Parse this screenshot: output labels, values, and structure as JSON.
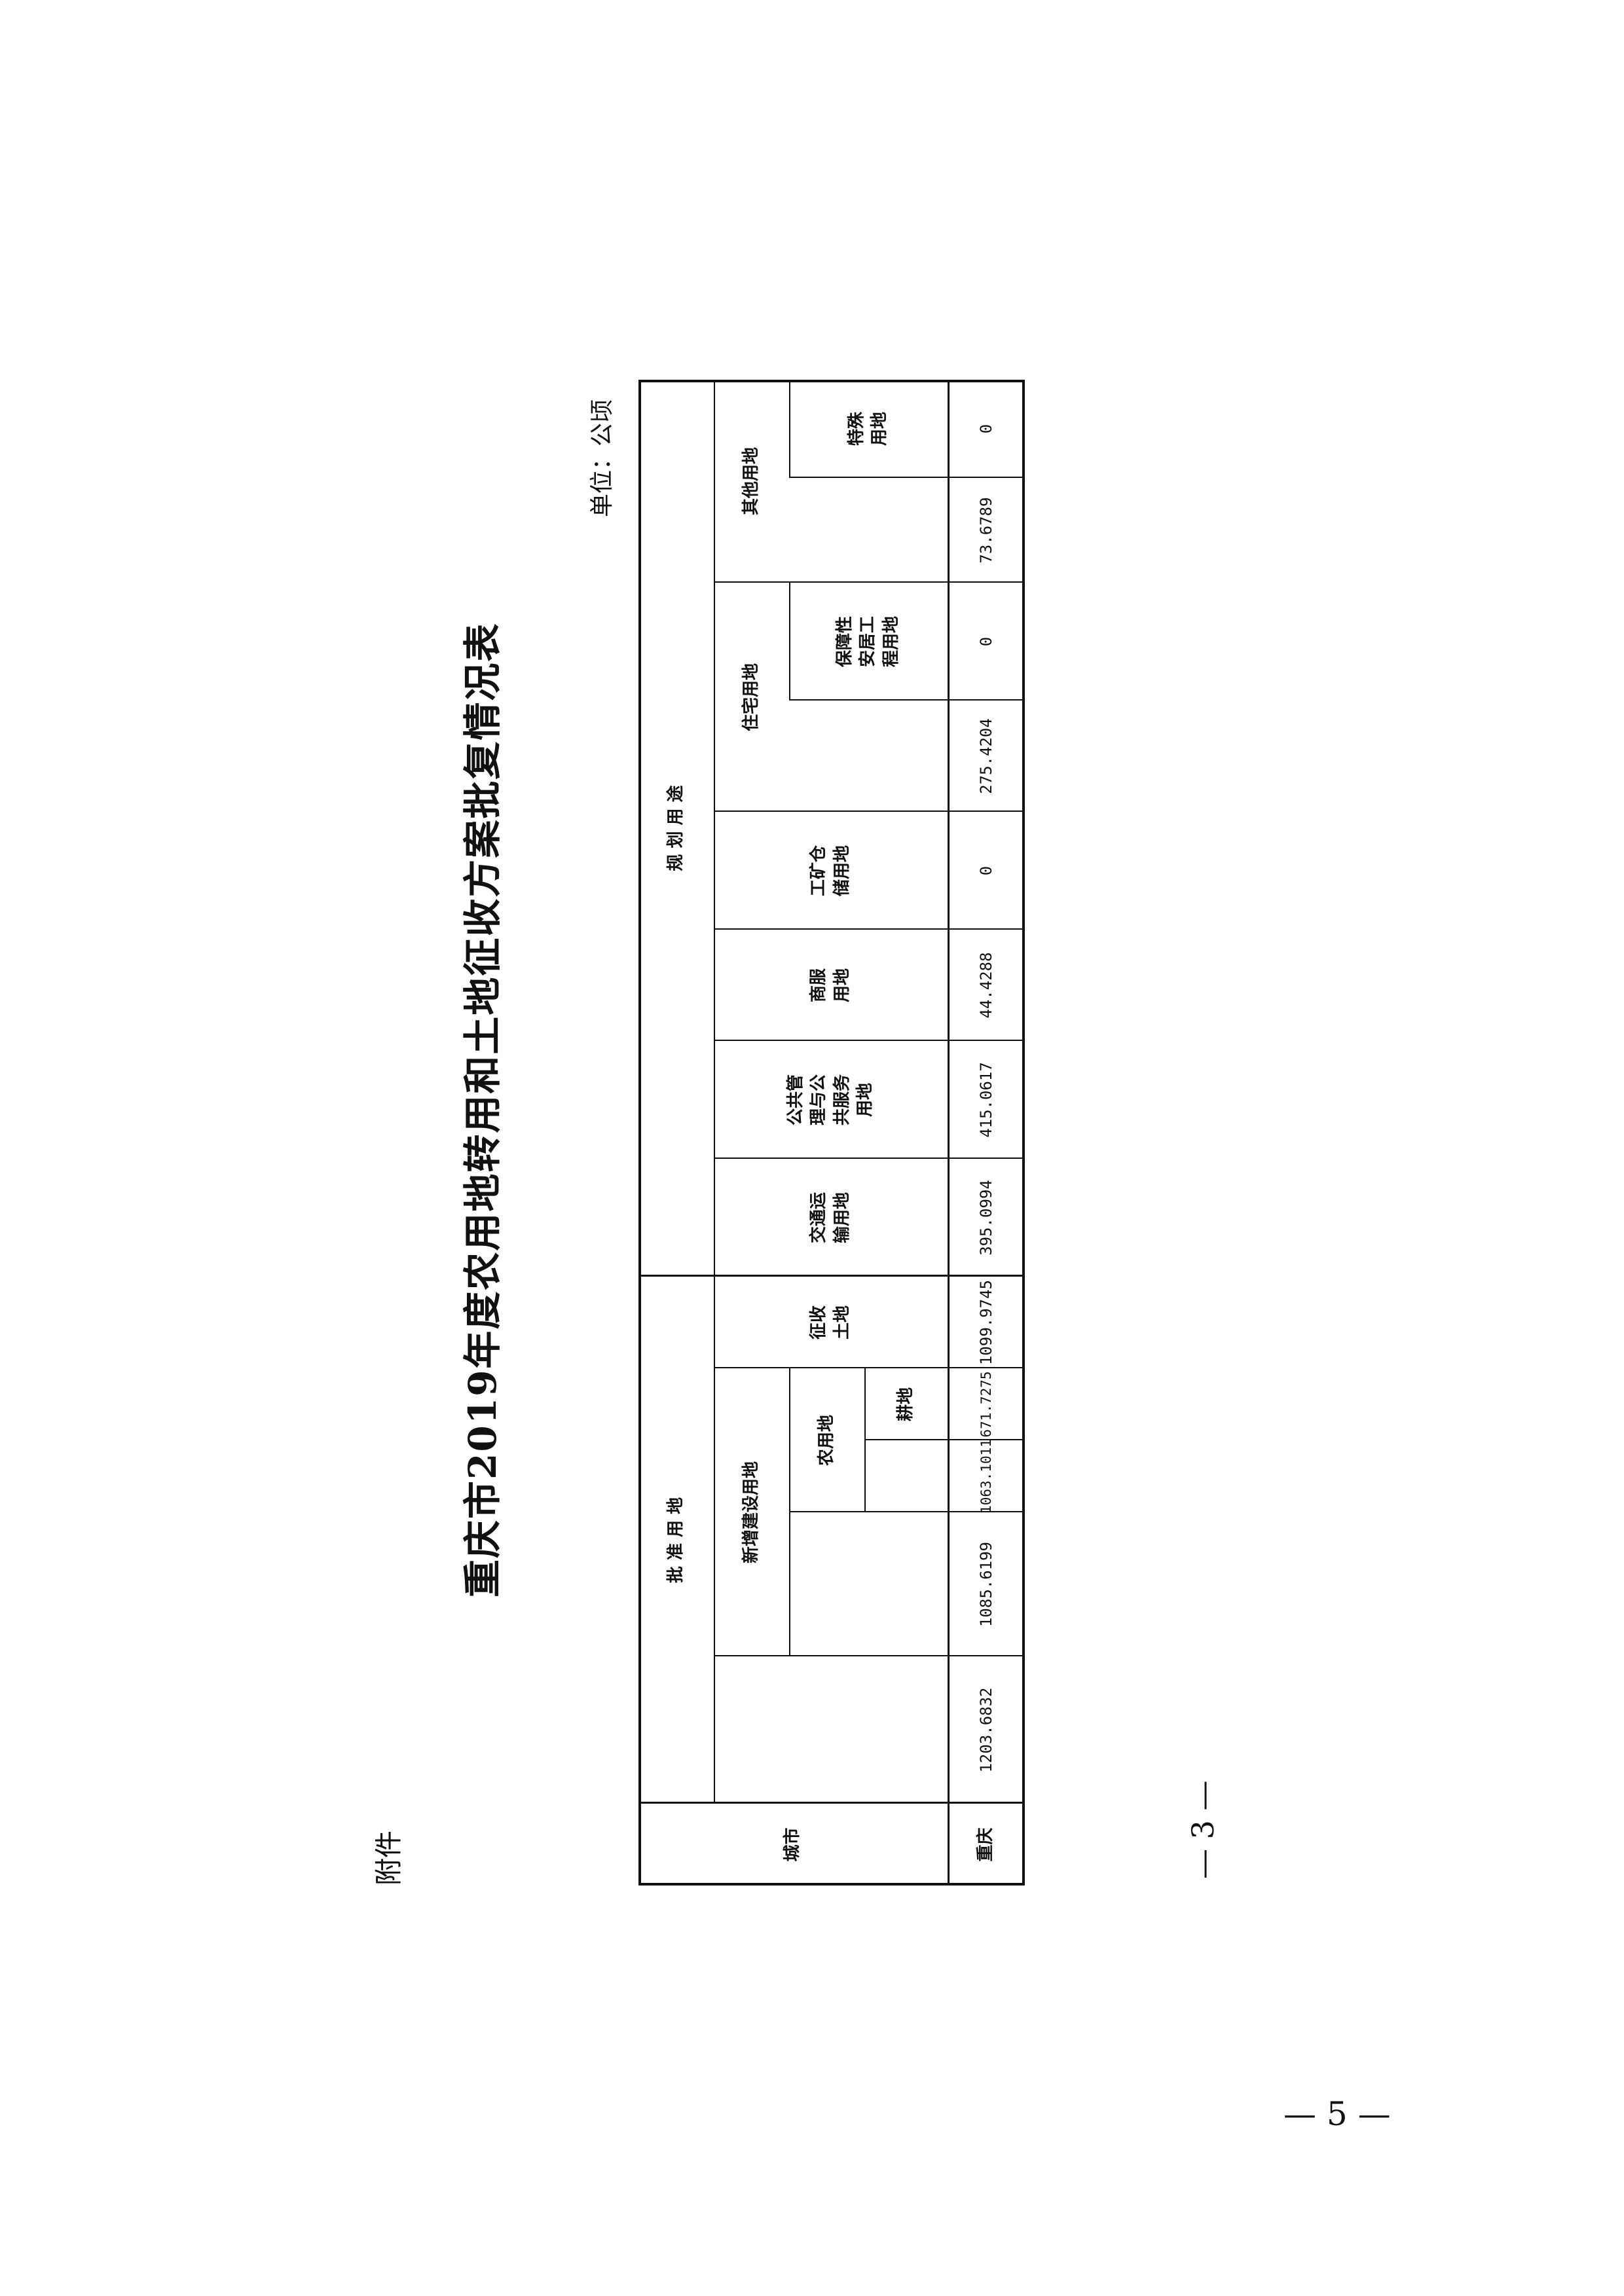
{
  "attachment_label": "附件",
  "title": "重庆市2019年度农用地转用和土地征收方案批复情况表",
  "unit": "单位：公顷",
  "table": {
    "city_header": "城市",
    "approved_header": "批 准 用 地",
    "new_construction_header": "新增建设用地",
    "farmland_header": "农用地",
    "cultivated_header": "耕地",
    "expropriated_header": "征收土地",
    "planned_header": "规 划 用 途",
    "transport_header": "交通运输用地",
    "public_header": "公共管理与公共服务用地",
    "commercial_header": "商服用地",
    "industrial_header": "工矿仓储用地",
    "residential_header": "住宅用地",
    "affordable_header": "保障性安居工程用地",
    "other_header": "其他用地",
    "special_header": "特殊用地",
    "row": {
      "city": "重庆",
      "approved_total": "1203.6832",
      "new_construction": "1085.6199",
      "farmland": "1063.1011",
      "cultivated": "671.7275",
      "expropriated": "1099.9745",
      "transport": "395.0994",
      "public": "415.0617",
      "commercial": "44.4288",
      "industrial": "0",
      "residential": "275.4204",
      "affordable": "0",
      "other": "73.6789",
      "special": "0"
    }
  },
  "inner_page_number": "— 3 —",
  "page_number": "— 5 —"
}
